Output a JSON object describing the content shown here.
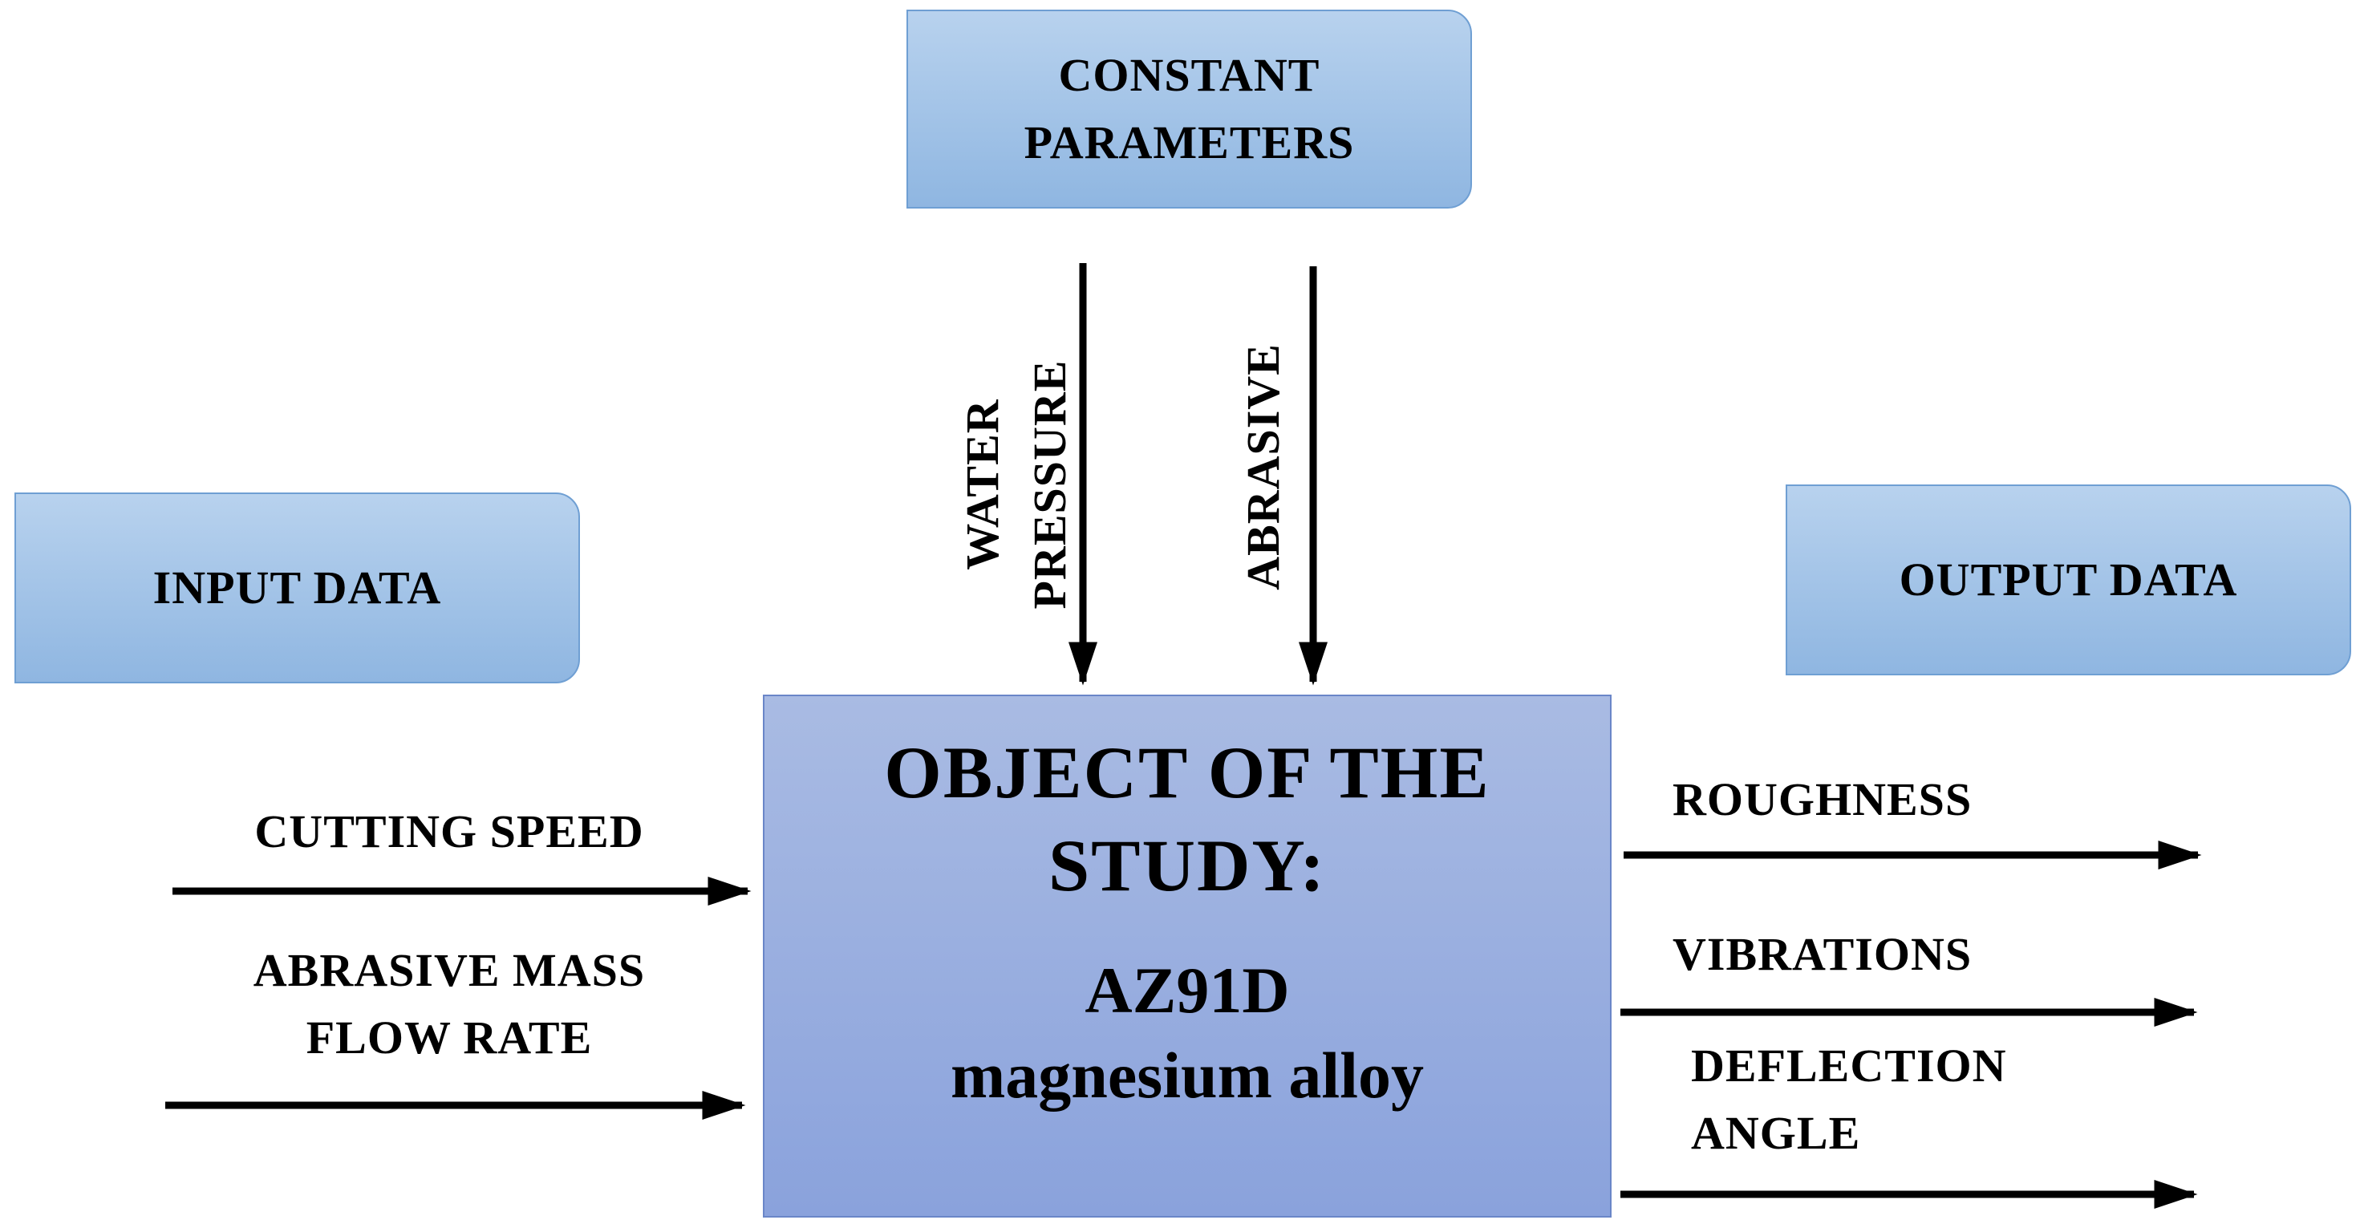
{
  "constant_parameters": {
    "title_line1": "CONSTANT",
    "title_line2": "PARAMETERS"
  },
  "input_data": {
    "title": "INPUT DATA"
  },
  "output_data": {
    "title": "OUTPUT DATA"
  },
  "object": {
    "title_line1": "OBJECT OF THE",
    "title_line2": "STUDY:",
    "name_line1": "AZ91D",
    "name_line2": "magnesium alloy"
  },
  "constant_inputs": [
    {
      "line1": "WATER",
      "line2": "PRESSURE"
    },
    {
      "line1": "ABRASIVE"
    }
  ],
  "inputs": [
    {
      "line1": "CUTTING SPEED"
    },
    {
      "line1": "ABRASIVE MASS",
      "line2": "FLOW RATE"
    }
  ],
  "outputs": [
    {
      "line1": "ROUGHNESS"
    },
    {
      "line1": "VIBRATIONS"
    },
    {
      "line1": "DEFLECTION",
      "line2": "ANGLE"
    }
  ],
  "colors": {
    "box_fill": "#a8c8ec",
    "box_border": "#6f9fd3",
    "object_fill": "#98aee0",
    "arrow": "#000000"
  }
}
